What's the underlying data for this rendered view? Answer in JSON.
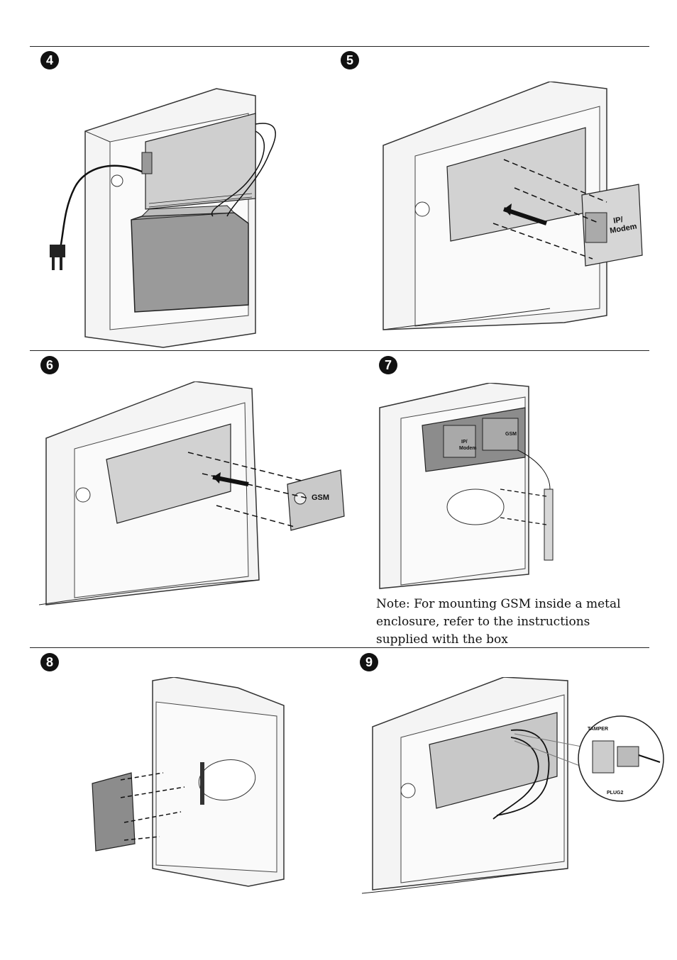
{
  "steps": [
    {
      "number": "4"
    },
    {
      "number": "5"
    },
    {
      "number": "6"
    },
    {
      "number": "7"
    },
    {
      "number": "8"
    },
    {
      "number": "9"
    }
  ],
  "figures": {
    "step5_module_label": "IP/\nModem",
    "step5_module_line1": "IP/",
    "step5_module_line2": "Modem",
    "step6_module_label": "GSM",
    "step7_label_ip_line1": "IP/",
    "step7_label_ip_line2": "Modem",
    "step7_label_gsm": "GSM",
    "step9_tamper_label": "TAMPER",
    "step9_plug_label": "PLUG2"
  },
  "note": "Note: For mounting GSM inside a metal enclosure, refer to the instructions supplied with the box"
}
